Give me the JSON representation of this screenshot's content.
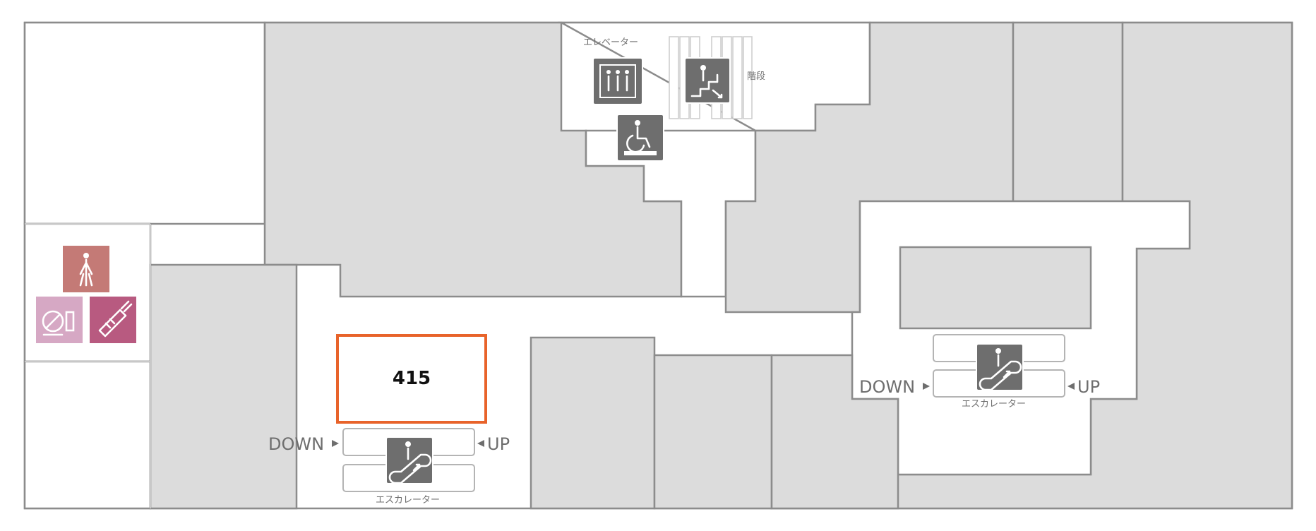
{
  "colors": {
    "shop_fill": "#dcdcdc",
    "walkway": "#ffffff",
    "outline": "#8c8c8c",
    "highlight": "#e8632a",
    "sign_gray": "#6e6e6e",
    "restroom_sign": "#c47a76",
    "powder_room_sign": "#d6a8c4",
    "nursing_room_sign": "#b85a80"
  },
  "highlighted_shop": {
    "number": "415"
  },
  "labels": {
    "elevator": "エレベーター",
    "stairs": "階段",
    "escalator": "エスカレーター",
    "down": "DOWN",
    "up": "UP"
  },
  "facility_icons": [
    "elevator-icon",
    "stairs-icon",
    "accessible-restroom-icon",
    "restroom-icon",
    "powder-room-icon",
    "baby-bottle-icon",
    "escalator-icon"
  ]
}
